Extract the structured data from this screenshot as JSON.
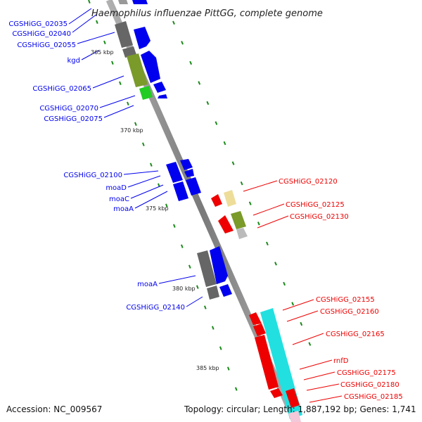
{
  "title": "Haemophilus influenzae PittGG, complete genome",
  "footer": {
    "accession": "Accession: NC_009567",
    "topology": "Topology: circular; Length: 1,887,192 bp; Genes: 1,741"
  },
  "ticks": [
    "365 kbp",
    "370 kbp",
    "375 kbp",
    "380 kbp",
    "385 kbp"
  ],
  "forward_genes": [
    "CGSHiGG_02035",
    "CGSHiGG_02040",
    "CGSHiGG_02055",
    "kgd",
    "CGSHiGG_02065",
    "CGSHiGG_02070",
    "CGSHiGG_02075",
    "CGSHiGG_02100",
    "moaD",
    "moaC",
    "moaA",
    "moaA",
    "CGSHiGG_02140"
  ],
  "reverse_genes": [
    "CGSHiGG_02120",
    "CGSHiGG_02125",
    "CGSHiGG_02130",
    "CGSHiGG_02155",
    "CGSHiGG_02160",
    "CGSHiGG_02165",
    "rnfD",
    "CGSHiGG_02175",
    "CGSHiGG_02180",
    "CGSHiGG_02185"
  ],
  "colors": {
    "forward": "#0000ee",
    "reverse": "#ee0000",
    "backbone": "#8a8a8a",
    "tick": "#1a8a1a",
    "cds_gray": "#666666",
    "cds_olive": "#7a9a2a",
    "cds_green": "#22cc22",
    "cds_cyan": "#22e0e0",
    "cds_yellow": "#eedd99"
  }
}
